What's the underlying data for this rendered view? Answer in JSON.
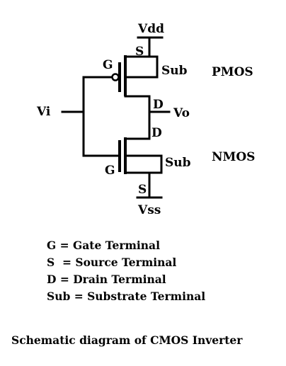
{
  "schematic": {
    "labels": {
      "vdd": "Vdd",
      "vss": "Vss",
      "vi": "Vi",
      "vo": "Vo",
      "pmos": "PMOS",
      "nmos": "NMOS",
      "pmos_gate": "G",
      "pmos_source": "S",
      "pmos_sub": "Sub",
      "pmos_drain": "D",
      "nmos_drain": "D",
      "nmos_gate": "G",
      "nmos_sub": "Sub",
      "nmos_source": "S"
    },
    "legend": [
      "G = Gate Terminal",
      "S  = Source Terminal",
      "D = Drain Terminal",
      "Sub = Substrate Terminal"
    ],
    "caption": "Schematic diagram of CMOS Inverter"
  }
}
